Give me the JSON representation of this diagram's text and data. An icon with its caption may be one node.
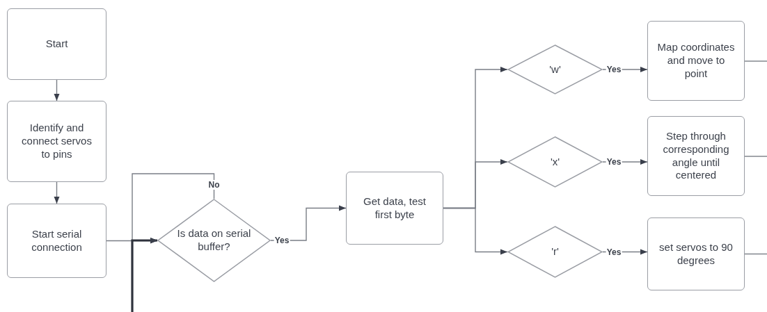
{
  "diagram": {
    "nodes": [
      {
        "text": [
          "Start"
        ]
      },
      {
        "text": [
          "Identify and connect servos to pins"
        ]
      },
      {
        "text": [
          "Start serial connection"
        ]
      },
      {
        "text": [
          "Is data on serial buffer?"
        ]
      },
      {
        "text": [
          "Get data, test first byte"
        ]
      },
      {
        "text": [
          "'w'"
        ]
      },
      {
        "text": [
          "'x'"
        ]
      },
      {
        "text": [
          "'r'"
        ]
      },
      {
        "text": [
          "Map coordinates and move to point"
        ]
      },
      {
        "text": [
          "Step through corresponding angle until centered"
        ]
      },
      {
        "text": [
          "set servos to 90 degrees"
        ]
      }
    ],
    "edges": [
      {
        "from": 0,
        "to": 1,
        "arrow": "to"
      },
      {
        "from": 1,
        "to": 2,
        "arrow": "to"
      },
      {
        "from": 2,
        "to": 3,
        "arrow": "to"
      },
      {
        "from": 3,
        "to": 3,
        "arrow": "to",
        "label": "No"
      },
      {
        "from": null,
        "to": 3,
        "arrow": "to",
        "style": "thick"
      },
      {
        "from": 3,
        "to": 4,
        "arrow": "to",
        "label": "Yes"
      },
      {
        "from": 4,
        "to": 5,
        "arrow": "to"
      },
      {
        "from": 4,
        "to": 6,
        "arrow": "to"
      },
      {
        "from": 4,
        "to": 7,
        "arrow": "to"
      },
      {
        "from": 5,
        "to": 8,
        "arrow": "to",
        "label": "Yes"
      },
      {
        "from": 6,
        "to": 9,
        "arrow": "to",
        "label": "Yes"
      },
      {
        "from": 7,
        "to": 10,
        "arrow": "to",
        "label": "Yes"
      },
      {
        "from": 8,
        "to": null,
        "arrow": "none"
      },
      {
        "from": 9,
        "to": null,
        "arrow": "none"
      },
      {
        "from": 10,
        "to": null,
        "arrow": "none"
      }
    ]
  }
}
